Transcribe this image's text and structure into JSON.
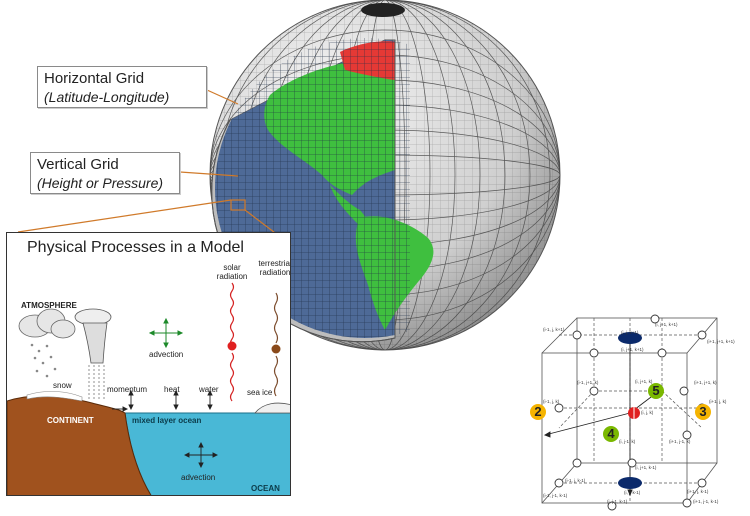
{
  "callouts": {
    "horizontal": {
      "line1": "Horizontal Grid",
      "line2": "(Latitude-Longitude)"
    },
    "vertical": {
      "line1": "Vertical Grid",
      "line2": "(Height or Pressure)"
    }
  },
  "panel": {
    "title": "Physical Processes in a Model",
    "labels": {
      "atmosphere": "ATMOSPHERE",
      "solar": "solar radiation",
      "terrestrial": "terrestrial radiation",
      "advection_top": "advection",
      "snow": "snow",
      "momentum": "momentum",
      "heat": "heat",
      "water": "water",
      "sea_ice": "sea ice",
      "continent": "CONTINENT",
      "mixed_layer": "mixed layer ocean",
      "advection_bottom": "advection",
      "ocean": "OCEAN"
    }
  },
  "cube": {
    "numbers": [
      "2",
      "3",
      "4",
      "5"
    ],
    "labels": {
      "tl_back": "(i-1, j, k+1)",
      "top_back": "(i, j+1, k+1)",
      "top_center": "(i, j, k+1)",
      "tr_back": "(i+1, j+1, k+1)",
      "top_mid": "(i, j+1, k+1)",
      "mid_back": "(i, j+1, k)",
      "left_mid": "(i-1, j+1, k)",
      "right_mid": "(i+1, j+1, k)",
      "left": "(i-1, j, k)",
      "right": "(i+1, j, k)",
      "center": "(i, j, k)",
      "front_mid": "(i, j-1, k)",
      "front_right": "(i+1, j-1, k)",
      "bottom_back": "(i, j+1, k-1)",
      "bottom_left": "(i-1, j, k-1)",
      "bottom_center": "(i, j, k-1)",
      "bottom_right": "(i+1, j, k-1)",
      "bottom_front": "(i, j-1, k-1)",
      "bl_front": "(i-1, j-1, k-1)",
      "br_front": "(i+1, j-1, k-1)"
    },
    "colors": {
      "yellow": "#f5b400",
      "green": "#7ab800",
      "navy": "#0b2a6b",
      "red": "#e02020"
    }
  },
  "colors": {
    "land": "#3fbf3f",
    "ocean_globe": "#4e6a97",
    "continent": "#a0521e",
    "ocean_panel": "#49b8d6",
    "grid_shell": "#d9d9d9",
    "polar": "#e53935",
    "leader": "#d07a2a"
  }
}
